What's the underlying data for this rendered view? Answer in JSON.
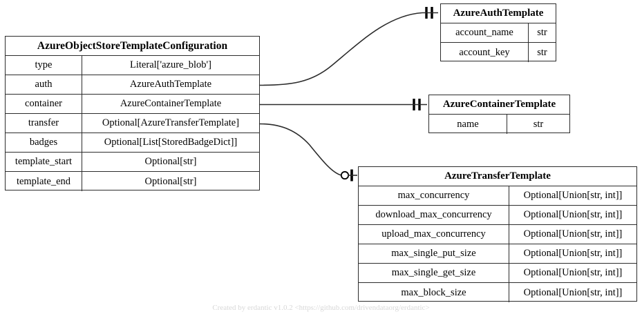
{
  "diagram": {
    "type": "entity-relationship-diagram",
    "footer": "Created by erdantic v1.0.2 <https://github.com/drivendataorg/erdantic>",
    "line_color": "#2b2b2b",
    "background": "#ffffff",
    "footer_color": "#d8d8d8"
  },
  "entities": {
    "main": {
      "title": "AzureObjectStoreTemplateConfiguration",
      "fields": [
        {
          "name": "type",
          "type": "Literal['azure_blob']"
        },
        {
          "name": "auth",
          "type": "AzureAuthTemplate"
        },
        {
          "name": "container",
          "type": "AzureContainerTemplate"
        },
        {
          "name": "transfer",
          "type": "Optional[AzureTransferTemplate]"
        },
        {
          "name": "badges",
          "type": "Optional[List[StoredBadgeDict]]"
        },
        {
          "name": "template_start",
          "type": "Optional[str]"
        },
        {
          "name": "template_end",
          "type": "Optional[str]"
        }
      ]
    },
    "auth": {
      "title": "AzureAuthTemplate",
      "fields": [
        {
          "name": "account_name",
          "type": "str"
        },
        {
          "name": "account_key",
          "type": "str"
        }
      ]
    },
    "container": {
      "title": "AzureContainerTemplate",
      "fields": [
        {
          "name": "name",
          "type": "str"
        }
      ]
    },
    "transfer": {
      "title": "AzureTransferTemplate",
      "fields": [
        {
          "name": "max_concurrency",
          "type": "Optional[Union[str, int]]"
        },
        {
          "name": "download_max_concurrency",
          "type": "Optional[Union[str, int]]"
        },
        {
          "name": "upload_max_concurrency",
          "type": "Optional[Union[str, int]]"
        },
        {
          "name": "max_single_put_size",
          "type": "Optional[Union[str, int]]"
        },
        {
          "name": "max_single_get_size",
          "type": "Optional[Union[str, int]]"
        },
        {
          "name": "max_block_size",
          "type": "Optional[Union[str, int]]"
        }
      ]
    }
  },
  "relationships": [
    {
      "from_field": "auth",
      "to_entity": "AzureAuthTemplate",
      "cardinality": "exactly-one",
      "marker": "one-one"
    },
    {
      "from_field": "container",
      "to_entity": "AzureContainerTemplate",
      "cardinality": "exactly-one",
      "marker": "one-one"
    },
    {
      "from_field": "transfer",
      "to_entity": "AzureTransferTemplate",
      "cardinality": "zero-or-one",
      "marker": "zero-one"
    }
  ]
}
